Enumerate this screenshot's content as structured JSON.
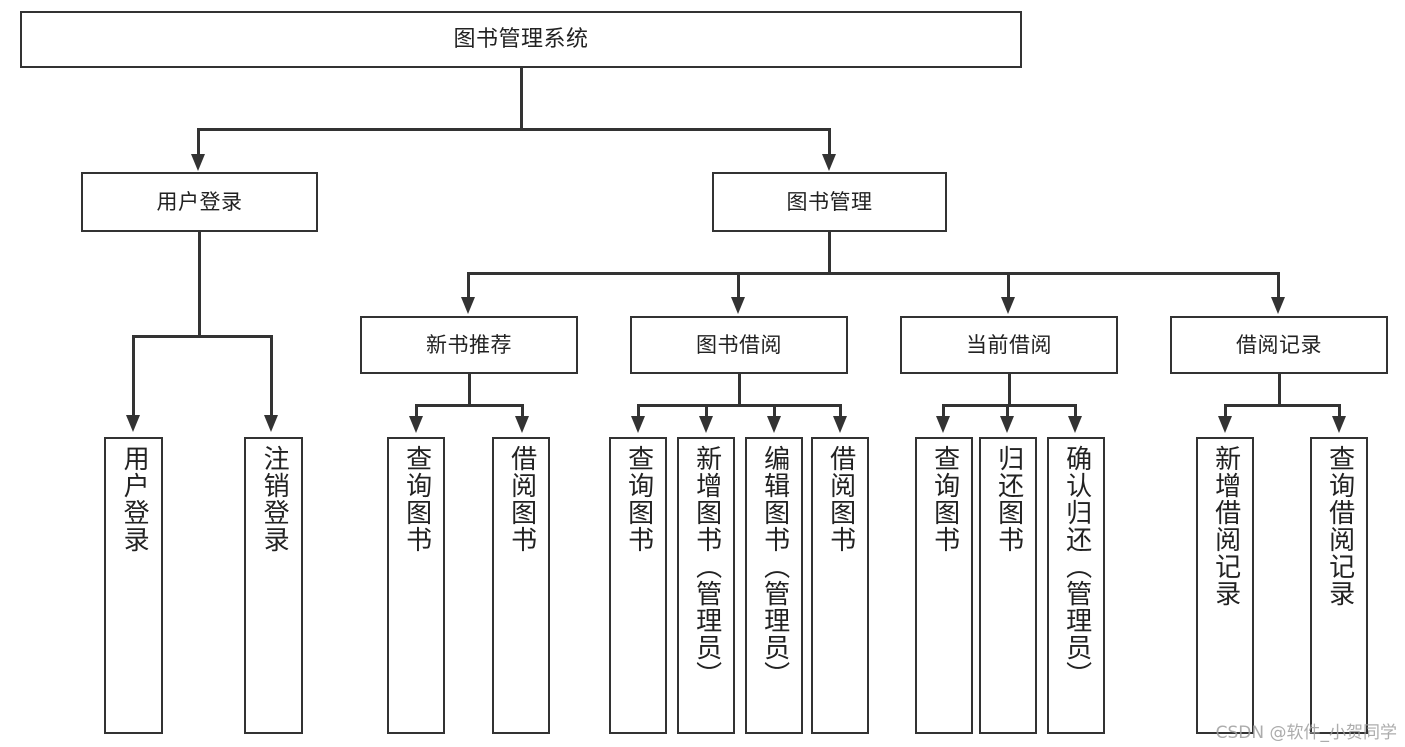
{
  "diagram": {
    "title": "图书管理系统",
    "type": "tree",
    "watermark": "CSDN @软件_小贺同学",
    "accent_color": "#333333",
    "background_color": "#ffffff",
    "root": {
      "label": "图书管理系统",
      "children": [
        {
          "label": "用户登录",
          "children": [
            {
              "label": "用户登录"
            },
            {
              "label": "注销登录"
            }
          ]
        },
        {
          "label": "图书管理",
          "children": [
            {
              "label": "新书推荐",
              "children": [
                {
                  "label": "查询图书"
                },
                {
                  "label": "借阅图书"
                }
              ]
            },
            {
              "label": "图书借阅",
              "children": [
                {
                  "label": "查询图书"
                },
                {
                  "label": "新增图书（管理员）"
                },
                {
                  "label": "编辑图书（管理员）"
                },
                {
                  "label": "借阅图书"
                }
              ]
            },
            {
              "label": "当前借阅",
              "children": [
                {
                  "label": "查询图书"
                },
                {
                  "label": "归还图书"
                },
                {
                  "label": "确认归还（管理员）"
                }
              ]
            },
            {
              "label": "借阅记录",
              "children": [
                {
                  "label": "新增借阅记录"
                },
                {
                  "label": "查询借阅记录"
                }
              ]
            }
          ]
        }
      ]
    }
  }
}
